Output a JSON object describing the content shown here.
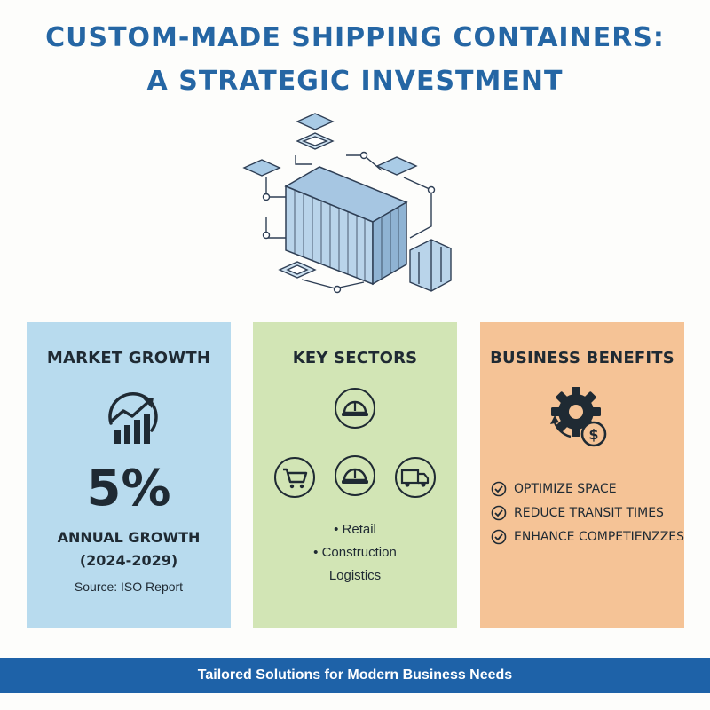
{
  "header": {
    "title_line1": "CUSTOM-MADE SHIPPING CONTAINERS:",
    "title_line2": "A STRATEGIC INVESTMENT"
  },
  "hero": {
    "icon": "shipping-container-illustration"
  },
  "cards": {
    "market": {
      "title": "MARKET GROWTH",
      "icon": "growth-chart-icon",
      "value": "5%",
      "label": "ANNUAL GROWTH",
      "period": "(2024-2029)",
      "source": "Source: ISO Report",
      "color": "#b8dbee"
    },
    "sectors": {
      "title": "KEY SECTORS",
      "icons": [
        "hard-hat-icon",
        "shopping-cart-icon",
        "hard-hat-icon",
        "delivery-truck-icon"
      ],
      "items": [
        "• Retail",
        "• Construction",
        "Logistics"
      ],
      "color": "#d2e5b5"
    },
    "benefits": {
      "title": "BUSINESS BENEFITS",
      "icon": "gear-dollar-icon",
      "items": [
        "OPTIMIZE SPACE",
        "REDUCE TRANSIT TIMES",
        "ENHANCE COMPETIENZZES"
      ],
      "color": "#f5c396"
    }
  },
  "footer": {
    "text": "Tailored Solutions for Modern Business Needs",
    "color": "#1e62a8"
  }
}
